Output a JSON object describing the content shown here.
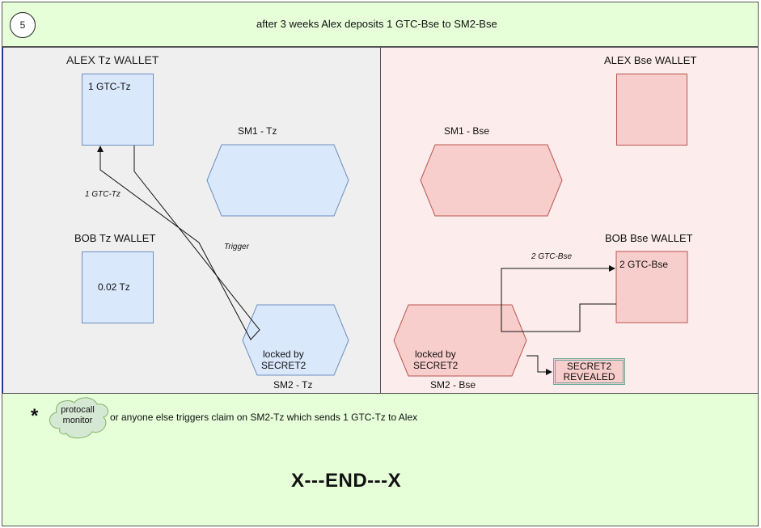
{
  "header": {
    "step_number": "5",
    "description": "after 3 weeks Alex deposits 1 GTC-Bse  to SM2-Bse"
  },
  "left": {
    "alex_wallet_title": "ALEX Tz WALLET",
    "alex_wallet_value": "1 GTC-Tz",
    "bob_wallet_title": "BOB  Tz WALLET",
    "bob_wallet_value": "0.02  Tz",
    "sm1_label": "SM1 - Tz",
    "sm2_label": "SM2 - Tz",
    "sm2_content_line1": "locked by",
    "sm2_content_line2": "SECRET2",
    "arrow_label_gtc": "1 GTC-Tz",
    "arrow_label_trigger": "Trigger"
  },
  "right": {
    "alex_wallet_title": "ALEX Bse WALLET",
    "bob_wallet_title": "BOB  Bse WALLET",
    "bob_wallet_value": "2 GTC-Bse",
    "sm1_label": "SM1 - Bse",
    "sm2_label": "SM2 - Bse",
    "sm2_content_line1": "locked by",
    "sm2_content_line2": "SECRET2",
    "arrow_label_gtc": "2 GTC-Bse",
    "secret_revealed_line1": "SECRET2",
    "secret_revealed_line2": "REVEALED"
  },
  "footer": {
    "asterisk": "*",
    "cloud_label_line1": "protocall",
    "cloud_label_line2": "monitor",
    "note": "or anyone else triggers claim  on SM2-Tz  which sends 1 GTC-Tz  to Alex",
    "end_text": "X---END---X"
  },
  "colors": {
    "header_bg": "#e6ffd9",
    "left_bg": "#efefef",
    "right_bg": "#fdecec",
    "blue_fill": "#dae8fc",
    "blue_stroke": "#6c8ebf",
    "red_fill": "#f8cecc",
    "red_stroke": "#b85450",
    "cloud_fill": "#d5e8d4",
    "cloud_stroke": "#82b366"
  },
  "icons": {
    "step": "numbered-circle",
    "monitor": "cloud-shape"
  }
}
